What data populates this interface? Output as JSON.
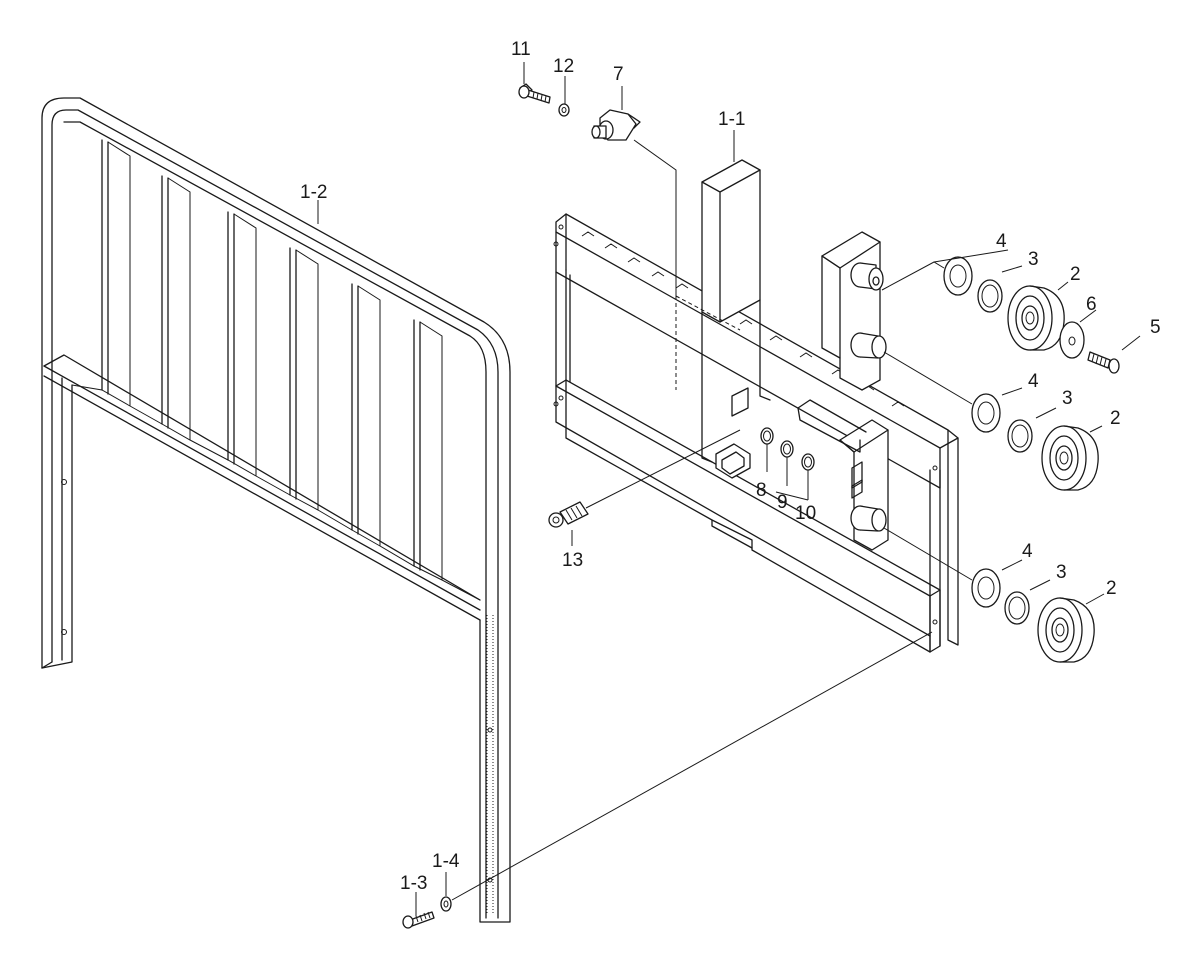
{
  "labels": {
    "p1_1": "1-1",
    "p1_2": "1-2",
    "p1_3": "1-3",
    "p1_4": "1-4",
    "p2a": "2",
    "p2b": "2",
    "p2c": "2",
    "p3a": "3",
    "p3b": "3",
    "p3c": "3",
    "p4a": "4",
    "p4b": "4",
    "p4c": "4",
    "p5": "5",
    "p6": "6",
    "p7": "7",
    "p8": "8",
    "p9": "9",
    "p10": "10",
    "p11": "11",
    "p12": "12",
    "p13": "13"
  },
  "colors": {
    "line": "#1a1a1a",
    "background": "#ffffff"
  }
}
